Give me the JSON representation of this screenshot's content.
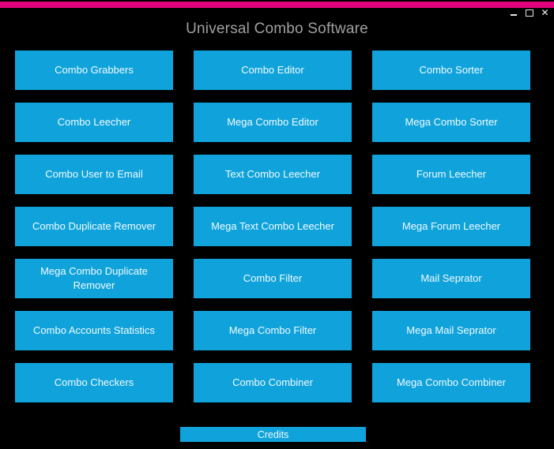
{
  "window": {
    "title": "Universal Combo Software"
  },
  "icons": {
    "minimize": "minimize-icon",
    "maximize": "maximize-icon",
    "close": "✕"
  },
  "colors": {
    "accent_pink": "#E3007D",
    "button_blue": "#10A3DB",
    "background": "#000000",
    "title_text": "#A0A0A0",
    "button_text": "#F2FAFE"
  },
  "buttons": {
    "grid": [
      [
        "Combo Grabbers",
        "Combo Editor",
        "Combo Sorter"
      ],
      [
        "Combo Leecher",
        "Mega Combo Editor",
        "Mega Combo Sorter"
      ],
      [
        "Combo User to Email",
        "Text Combo Leecher",
        "Forum Leecher"
      ],
      [
        "Combo Duplicate Remover",
        "Mega Text Combo Leecher",
        "Mega Forum Leecher"
      ],
      [
        "Mega Combo Duplicate Remover",
        "Combo Filter",
        "Mail Seprator"
      ],
      [
        "Combo Accounts Statistics",
        "Mega Combo Filter",
        "Mega Mail Seprator"
      ],
      [
        "Combo Checkers",
        "Combo Combiner",
        "Mega Combo Combiner"
      ]
    ]
  },
  "footer": {
    "credits_label": "Credits"
  }
}
